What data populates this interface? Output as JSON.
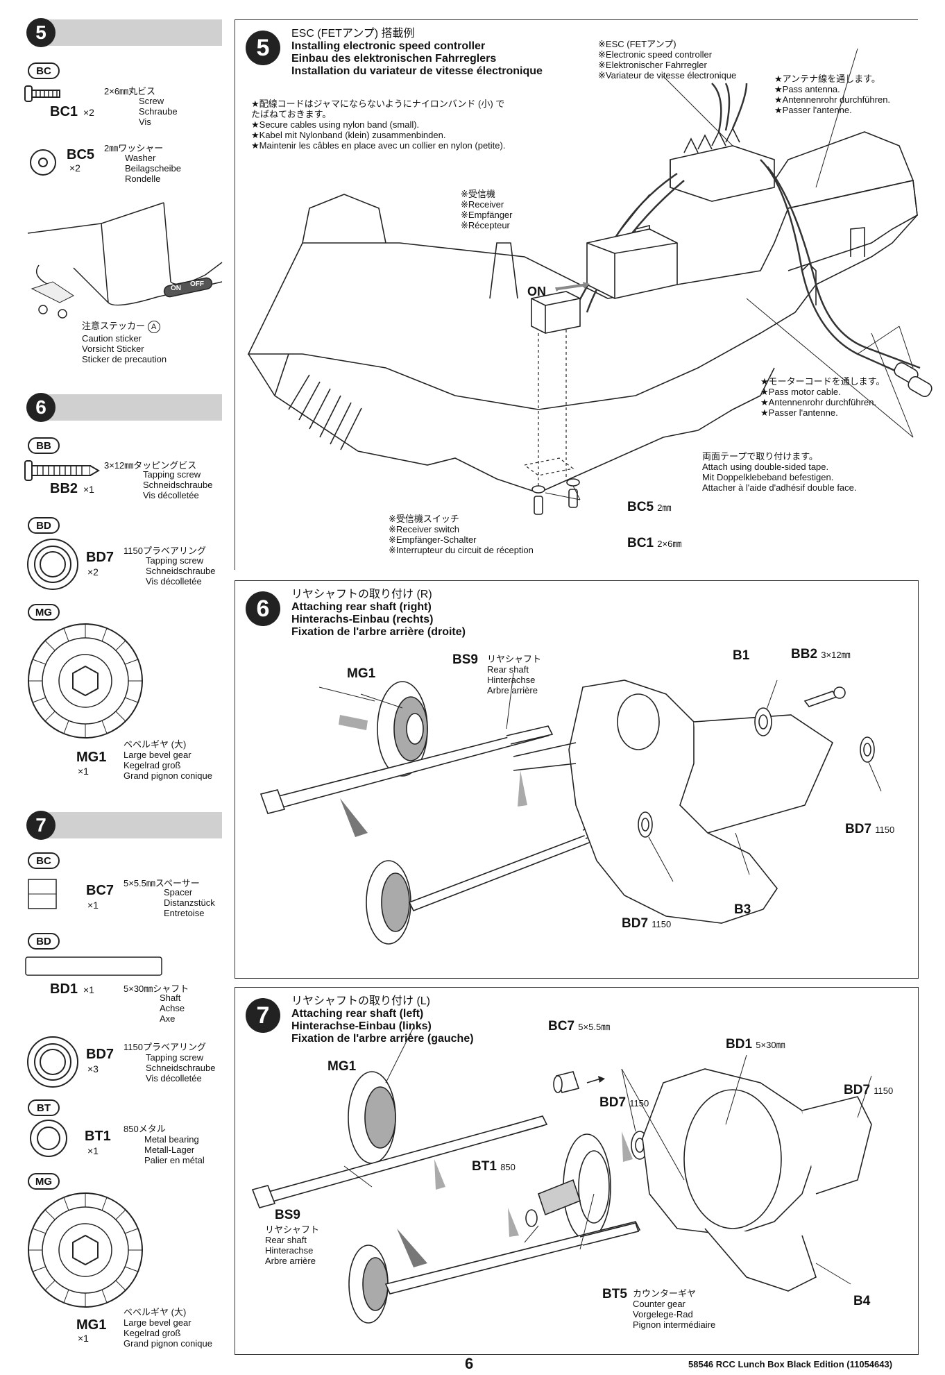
{
  "sidebar": {
    "step5": {
      "number": "5",
      "bag1": "BC",
      "parts": [
        {
          "code": "BC1",
          "qty": "×2",
          "spec": "2×6㎜丸ビス",
          "tr": [
            "Screw",
            "Schraube",
            "Vis"
          ]
        },
        {
          "code": "BC5",
          "qty": "×2",
          "spec": "2㎜ワッシャー",
          "tr": [
            "Washer",
            "Beilagscheibe",
            "Rondelle"
          ]
        }
      ],
      "sticker_badge": "A",
      "sticker_jp": "注意ステッカー",
      "sticker_tr": [
        "Caution sticker",
        "Vorsicht Sticker",
        "Sticker de precaution"
      ],
      "sticker_on": "ON",
      "sticker_off": "OFF"
    },
    "step6": {
      "number": "6",
      "bag_bb": "BB",
      "bb2": {
        "code": "BB2",
        "qty": "×1",
        "spec": "3×12㎜タッピングビス",
        "tr": [
          "Tapping screw",
          "Schneidschraube",
          "Vis décolletée"
        ]
      },
      "bag_bd": "BD",
      "bd7": {
        "code": "BD7",
        "qty": "×2",
        "spec": "1150プラベアリング",
        "tr": [
          "Tapping screw",
          "Schneidschraube",
          "Vis décolletée"
        ]
      },
      "bag_mg": "MG",
      "mg1": {
        "code": "MG1",
        "qty": "×1",
        "spec": "ベベルギヤ (大)",
        "tr": [
          "Large bevel gear",
          "Kegelrad groß",
          "Grand pignon conique"
        ]
      }
    },
    "step7": {
      "number": "7",
      "bag_bc": "BC",
      "bc7": {
        "code": "BC7",
        "qty": "×1",
        "spec": "5×5.5㎜スペーサー",
        "tr": [
          "Spacer",
          "Distanzstück",
          "Entretoise"
        ]
      },
      "bag_bd": "BD",
      "bd1": {
        "code": "BD1",
        "qty": "×1",
        "spec": "5×30㎜シャフト",
        "tr": [
          "Shaft",
          "Achse",
          "Axe"
        ]
      },
      "bd7": {
        "code": "BD7",
        "qty": "×3",
        "spec": "1150プラベアリング",
        "tr": [
          "Tapping screw",
          "Schneidschraube",
          "Vis décolletée"
        ]
      },
      "bag_bt": "BT",
      "bt1": {
        "code": "BT1",
        "qty": "×1",
        "spec": "850メタル",
        "tr": [
          "Metal bearing",
          "Metall-Lager",
          "Palier en métal"
        ]
      },
      "bag_mg": "MG",
      "mg1": {
        "code": "MG1",
        "qty": "×1",
        "spec": "ベベルギヤ (大)",
        "tr": [
          "Large bevel gear",
          "Kegelrad groß",
          "Grand pignon conique"
        ]
      }
    }
  },
  "panel5": {
    "number": "5",
    "title": [
      "ESC (FETアンプ) 搭載例",
      "Installing electronic speed controller",
      "Einbau des elektronischen Fahrreglers",
      "Installation du variateur de vitesse électronique"
    ],
    "cable_note": [
      "★配線コードはジャマにならないようにナイロンバンド (小) で",
      "たばねておきます。",
      "★Secure cables using nylon band (small).",
      "★Kabel mit Nylonband (klein) zusammenbinden.",
      "★Maintenir les câbles en place avec un collier en nylon (petite)."
    ],
    "esc_label": [
      "※ESC (FETアンプ)",
      "※Electronic speed controller",
      "※Elektronischer Fahrregler",
      "※Variateur de vitesse électronique"
    ],
    "antenna_note": [
      "★アンテナ線を通します。",
      "★Pass antenna.",
      "★Antennenrohr durchführen.",
      "★Passer l'antenne."
    ],
    "receiver_label": [
      "※受信機",
      "※Receiver",
      "※Empfänger",
      "※Récepteur"
    ],
    "on_label": "ON",
    "motor_note": [
      "★モーターコードを通します。",
      "★Pass motor cable.",
      "★Antennenrohr durchführen.",
      "★Passer l'antenne."
    ],
    "tape_note": [
      "両面テープで取り付けます。",
      "Attach using double-sided tape.",
      "Mit Doppelklebeband befestigen.",
      "Attacher à l'aide d'adhésif double face."
    ],
    "switch_label": [
      "※受信機スイッチ",
      "※Receiver switch",
      "※Empfänger-Schalter",
      "※Interrupteur du circuit de réception"
    ],
    "bc5": {
      "code": "BC5",
      "spec": "2㎜"
    },
    "bc1": {
      "code": "BC1",
      "spec": "2×6㎜"
    }
  },
  "panel6": {
    "number": "6",
    "title": [
      "リヤシャフトの取り付け (R)",
      "Attaching rear shaft (right)",
      "Hinterachs-Einbau (rechts)",
      "Fixation de l'arbre arrière (droite)"
    ],
    "mg1": "MG1",
    "bs9": {
      "code": "BS9",
      "jp": "リヤシャフト",
      "tr": [
        "Rear shaft",
        "Hinterachse",
        "Arbre arrière"
      ]
    },
    "b1": "B1",
    "bb2": {
      "code": "BB2",
      "spec": "3×12㎜"
    },
    "bd7_right": {
      "code": "BD7",
      "spec": "1150"
    },
    "bd7_bottom": {
      "code": "BD7",
      "spec": "1150"
    },
    "b3": "B3"
  },
  "panel7": {
    "number": "7",
    "title": [
      "リヤシャフトの取り付け (L)",
      "Attaching rear shaft (left)",
      "Hinterachse-Einbau (links)",
      "Fixation de l'arbre arrière (gauche)"
    ],
    "bc7": {
      "code": "BC7",
      "spec": "5×5.5㎜"
    },
    "bd1": {
      "code": "BD1",
      "spec": "5×30㎜"
    },
    "mg1": "MG1",
    "bd7_mid": {
      "code": "BD7",
      "spec": "1150"
    },
    "bd7_right": {
      "code": "BD7",
      "spec": "1150"
    },
    "bt1": {
      "code": "BT1",
      "spec": "850"
    },
    "bs9": {
      "code": "BS9",
      "jp": "リヤシャフト",
      "tr": [
        "Rear shaft",
        "Hinterachse",
        "Arbre arrière"
      ]
    },
    "bt5": {
      "code": "BT5",
      "jp": "カウンターギヤ",
      "tr": [
        "Counter gear",
        "Vorgelege-Rad",
        "Pignon intermédiaire"
      ]
    },
    "b4": "B4"
  },
  "footer": {
    "page_number": "6",
    "product": "58546 RCC Lunch Box Black Edition (11054643)"
  }
}
